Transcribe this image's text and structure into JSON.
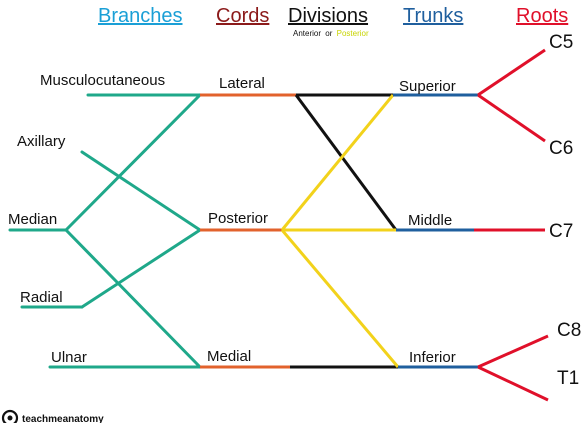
{
  "headers": {
    "branches": "Branches",
    "cords": "Cords",
    "divisions": "Divisions",
    "trunks": "Trunks",
    "roots": "Roots"
  },
  "divisions_legend": {
    "anterior": "Anterior",
    "or": "or",
    "posterior": "Posterior"
  },
  "branches": {
    "musculocutaneous": "Musculocutaneous",
    "axillary": "Axillary",
    "median": "Median",
    "radial": "Radial",
    "ulnar": "Ulnar"
  },
  "cords": {
    "lateral": "Lateral",
    "posterior": "Posterior",
    "medial": "Medial"
  },
  "trunks": {
    "superior": "Superior",
    "middle": "Middle",
    "inferior": "Inferior"
  },
  "roots": {
    "c5": "C5",
    "c6": "C6",
    "c7": "C7",
    "c8": "C8",
    "t1": "T1"
  },
  "logo": {
    "text": "teachmeanatomy"
  },
  "colors": {
    "branches": "#1a9fd6",
    "cords": "#8b1a1a",
    "divisions": "#111111",
    "trunks": "#1f5f9e",
    "roots": "#e0102a",
    "branch_lines": "#1fa88a",
    "cord_lines": "#e2622c",
    "anterior_lines": "#111111",
    "posterior_lines": "#f2d21b",
    "trunk_lines": "#1f5f9e",
    "root_lines": "#e0102a",
    "legend_posterior": "#c8d400"
  }
}
